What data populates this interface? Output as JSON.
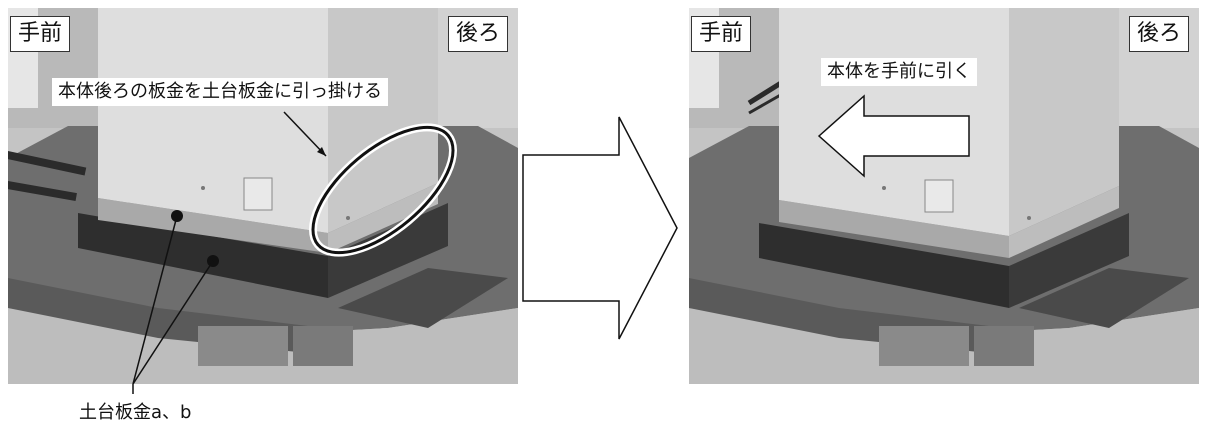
{
  "left_panel": {
    "front_label": "手前",
    "back_label": "後ろ",
    "callout_text": "本体後ろの板金を土台板金に引っ掛ける",
    "bottom_label": "土台板金a、b"
  },
  "right_panel": {
    "front_label": "手前",
    "back_label": "後ろ",
    "callout_text": "本体を手前に引く"
  }
}
